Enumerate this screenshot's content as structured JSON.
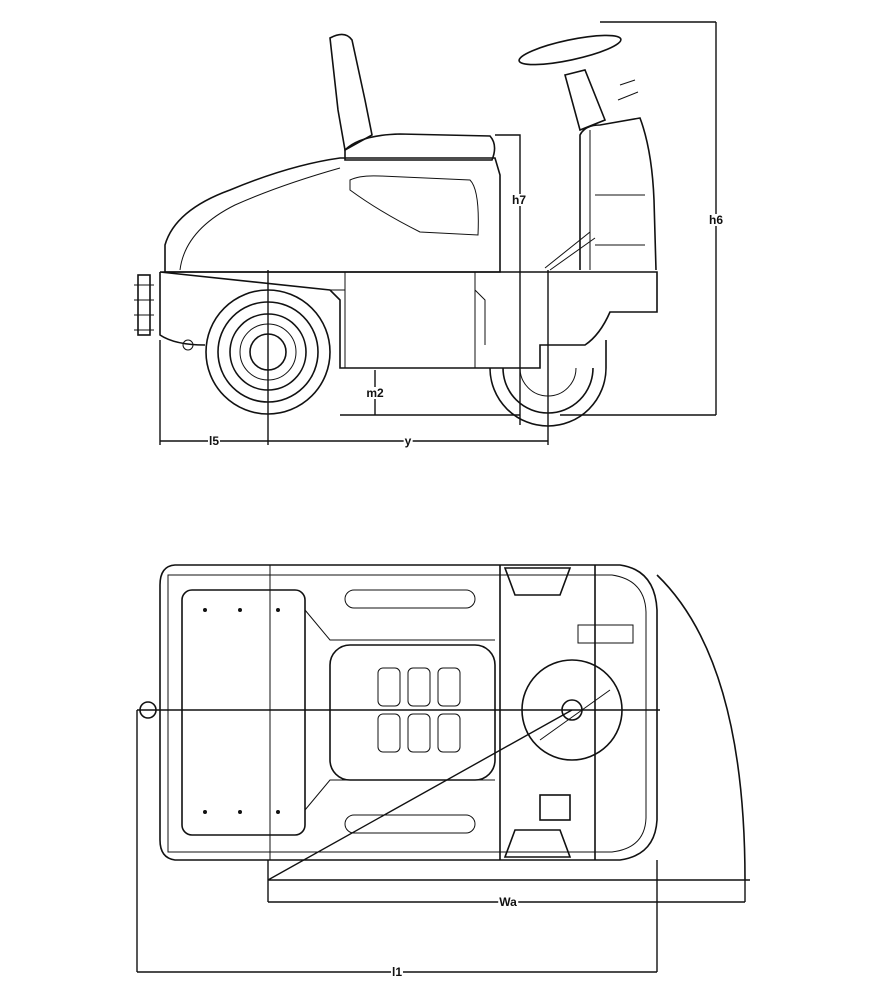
{
  "title": "Tow tractor dimension drawing",
  "side_view": {
    "dimensions": {
      "h7": "h7",
      "h6": "h6",
      "m2": "m2",
      "l5": "l5",
      "y": "y"
    }
  },
  "top_view": {
    "dimensions": {
      "Wa": "Wa",
      "l1": "l1"
    }
  }
}
